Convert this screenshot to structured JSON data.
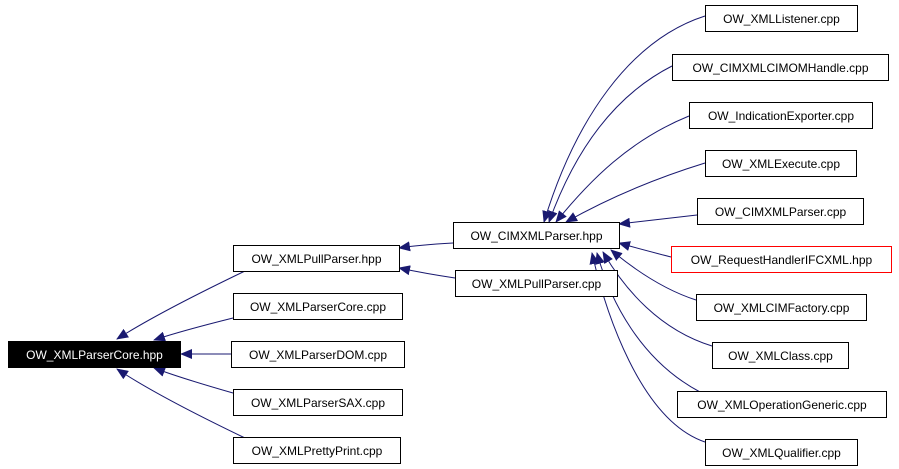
{
  "colors": {
    "edge": "#191970",
    "border": "#000000",
    "highlight_border": "#ff0000",
    "root_fill": "#000000",
    "root_text": "#ffffff"
  },
  "nodes": {
    "xml_parser_core_hpp": "OW_XMLParserCore.hpp",
    "xml_pull_parser_hpp": "OW_XMLPullParser.hpp",
    "xml_parser_core_cpp": "OW_XMLParserCore.cpp",
    "xml_parser_dom_cpp": "OW_XMLParserDOM.cpp",
    "xml_parser_sax_cpp": "OW_XMLParserSAX.cpp",
    "xml_pretty_print_cpp": "OW_XMLPrettyPrint.cpp",
    "cimxml_parser_hpp": "OW_CIMXMLParser.hpp",
    "xml_pull_parser_cpp": "OW_XMLPullParser.cpp",
    "xml_listener_cpp": "OW_XMLListener.cpp",
    "cimxml_cimom_handle_cpp": "OW_CIMXMLCIMOMHandle.cpp",
    "indication_exporter_cpp": "OW_IndicationExporter.cpp",
    "xml_execute_cpp": "OW_XMLExecute.cpp",
    "cimxml_parser_cpp": "OW_CIMXMLParser.cpp",
    "request_handler_ifcxml_hpp": "OW_RequestHandlerIFCXML.hpp",
    "xml_cim_factory_cpp": "OW_XMLCIMFactory.cpp",
    "xml_class_cpp": "OW_XMLClass.cpp",
    "xml_operation_generic_cpp": "OW_XMLOperationGeneric.cpp",
    "xml_qualifier_cpp": "OW_XMLQualifier.cpp"
  }
}
